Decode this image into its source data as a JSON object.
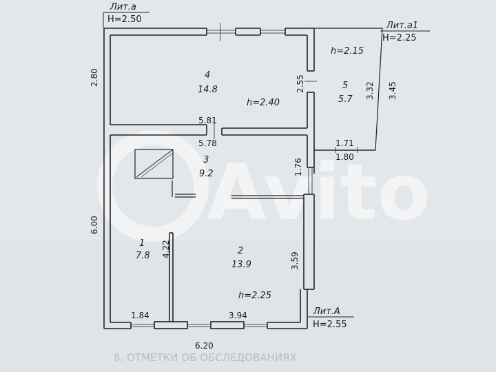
{
  "litera": [
    {
      "name": "Лит.а",
      "height": "H=2.50"
    },
    {
      "name": "Лит.а1",
      "height": "H=2.25"
    },
    {
      "name": "Лит.А",
      "height": "H=2.55"
    }
  ],
  "rooms": [
    {
      "number": "4",
      "area": "14.8",
      "height": "h=2.40"
    },
    {
      "number": "5",
      "area": "5.7",
      "height": "h=2.15"
    },
    {
      "number": "3",
      "area": "9.2"
    },
    {
      "number": "1",
      "area": "7.8"
    },
    {
      "number": "2",
      "area": "13.9",
      "height": "h=2.25"
    }
  ],
  "dimensions": {
    "left_top": "2.80",
    "left_bottom": "6.00",
    "mid_255": "2.55",
    "annex_332": "3.32",
    "annex_345": "3.45",
    "d581": "5.81",
    "d578": "5.78",
    "d171": "1.71",
    "d180": "1.80",
    "d176": "1.76",
    "d422": "4.22",
    "d359": "3.59",
    "d184": "1.84",
    "d394": "3.94",
    "d620": "6.20"
  },
  "watermark": "Avito",
  "background_text": "8. ОТМЕТКИ ОБ ОБСЛЕДОВАНИЯХ"
}
